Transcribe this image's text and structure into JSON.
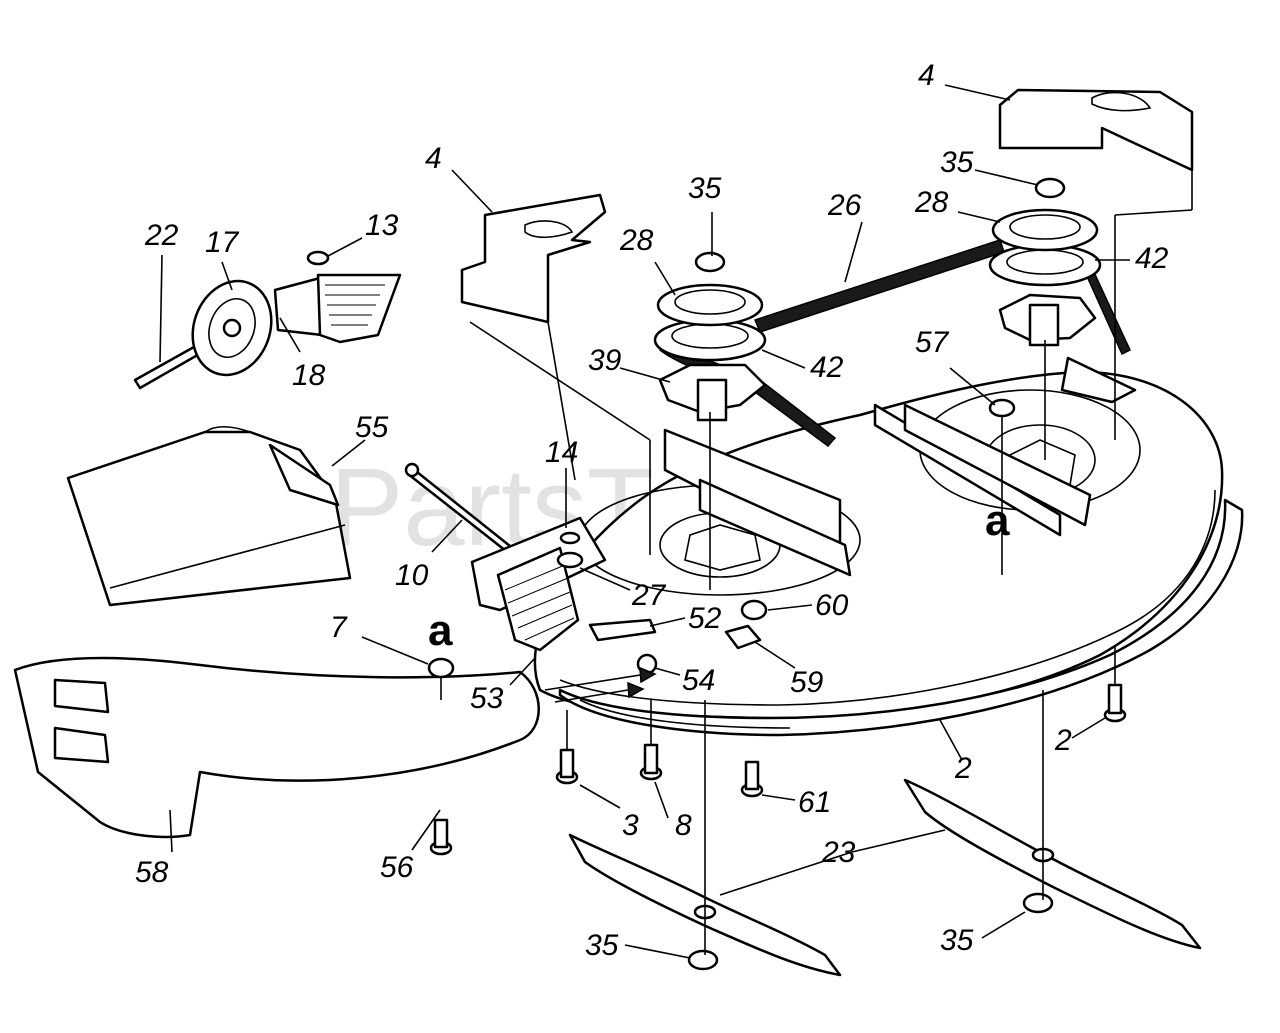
{
  "watermark": "PartsTree",
  "callouts": [
    {
      "id": "c4a",
      "text": "4"
    },
    {
      "id": "c4b",
      "text": "4"
    },
    {
      "id": "c35a",
      "text": "35"
    },
    {
      "id": "c35b",
      "text": "35"
    },
    {
      "id": "c28a",
      "text": "28"
    },
    {
      "id": "c28b",
      "text": "28"
    },
    {
      "id": "c26",
      "text": "26"
    },
    {
      "id": "c42a",
      "text": "42"
    },
    {
      "id": "c42b",
      "text": "42"
    },
    {
      "id": "c39",
      "text": "39"
    },
    {
      "id": "c57",
      "text": "57"
    },
    {
      "id": "c22",
      "text": "22"
    },
    {
      "id": "c17",
      "text": "17"
    },
    {
      "id": "c13",
      "text": "13"
    },
    {
      "id": "c18",
      "text": "18"
    },
    {
      "id": "c55",
      "text": "55"
    },
    {
      "id": "c14",
      "text": "14"
    },
    {
      "id": "c10",
      "text": "10"
    },
    {
      "id": "c27",
      "text": "27"
    },
    {
      "id": "c52",
      "text": "52"
    },
    {
      "id": "c60",
      "text": "60"
    },
    {
      "id": "c59",
      "text": "59"
    },
    {
      "id": "c7",
      "text": "7"
    },
    {
      "id": "c53",
      "text": "53"
    },
    {
      "id": "c54",
      "text": "54"
    },
    {
      "id": "c2a",
      "text": "2"
    },
    {
      "id": "c2b",
      "text": "2"
    },
    {
      "id": "c3",
      "text": "3"
    },
    {
      "id": "c8",
      "text": "8"
    },
    {
      "id": "c61",
      "text": "61"
    },
    {
      "id": "c23",
      "text": "23"
    },
    {
      "id": "c58",
      "text": "58"
    },
    {
      "id": "c56",
      "text": "56"
    },
    {
      "id": "c35c",
      "text": "35"
    },
    {
      "id": "c35d",
      "text": "35"
    }
  ],
  "reference_letters": [
    {
      "id": "ra",
      "text": "a"
    },
    {
      "id": "rb",
      "text": "a"
    }
  ]
}
